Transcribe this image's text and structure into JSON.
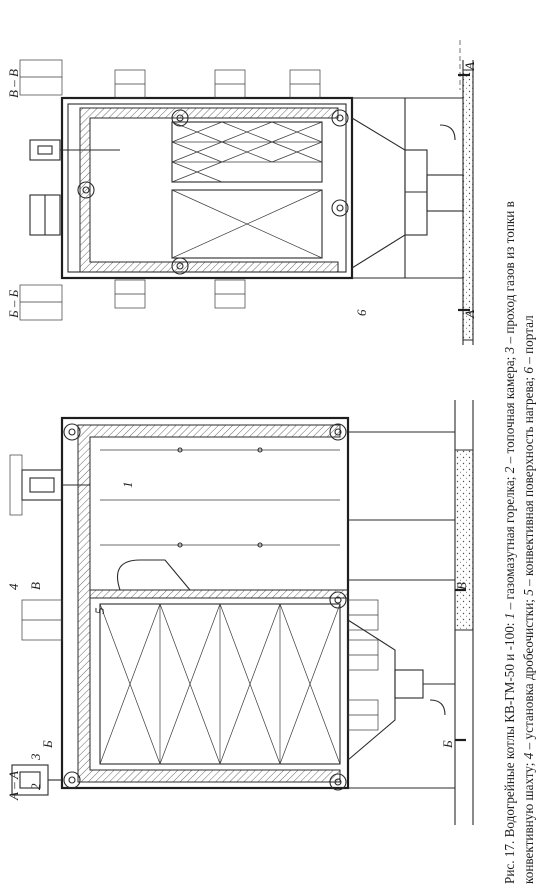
{
  "figure": {
    "caption_lines": [
      {
        "prefix": "Рис. 17. Водогрейные котлы КВ-ГМ-50 и -100: ",
        "n1": "1",
        "t1": " – газомазутная горелка; ",
        "n2": "2",
        "t2": " – топочная камера; ",
        "n3": "3",
        "t3": " – проход газов из топки в"
      },
      {
        "prefix": "конвективную шахту; ",
        "n1": "4",
        "t1": " – установка дробеочистки; ",
        "n2": "5",
        "t2": " – конвективная поверхность нагрева; ",
        "n3": "6",
        "t3": " – портал"
      }
    ],
    "left_view": {
      "section_title": "А – А",
      "numbers": [
        "1",
        "2",
        "3",
        "4",
        "5"
      ],
      "cut_b": "Б",
      "cut_v": "В"
    },
    "right_view": {
      "section_title_b": "Б – Б",
      "section_title_v": "В – В",
      "number_6": "6",
      "cut_a": "А"
    }
  }
}
